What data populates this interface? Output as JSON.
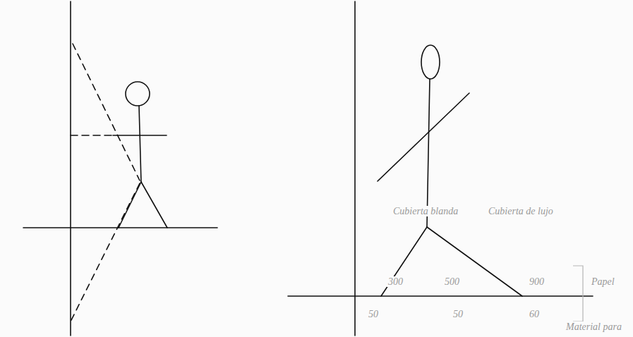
{
  "diagram": {
    "labels": [
      "Cubierta blanda",
      "Cubierta de lujo",
      "300",
      "500",
      "900",
      "Papel",
      "50",
      "50",
      "60",
      "Material para"
    ]
  }
}
